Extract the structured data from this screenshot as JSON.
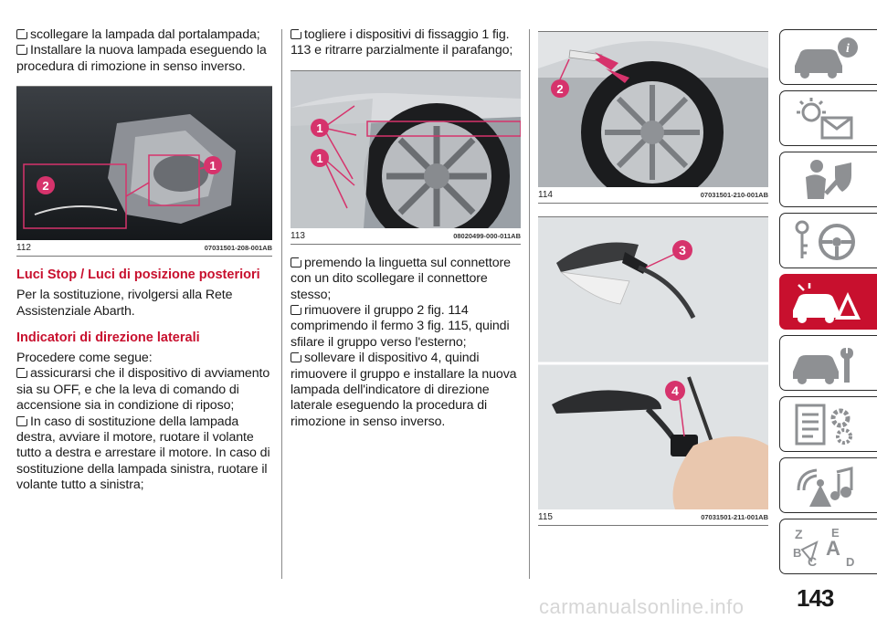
{
  "col1": {
    "p1": "scollegare la lampada dal portalampada;",
    "p2": "Installare la nuova lampada eseguendo la procedura di rimozione in senso inverso.",
    "fig": {
      "number": "112",
      "code": "07031501-208-001AB",
      "callouts": [
        "1",
        "2"
      ]
    },
    "h1": "Luci Stop / Luci di posizione posteriori",
    "p3": "Per la sostituzione, rivolgersi alla Rete Assistenziale Abarth.",
    "h2": "Indicatori di direzione laterali",
    "p4": "Procedere come segue:",
    "p5": "assicurarsi che il dispositivo di avviamento sia su OFF, e che la leva di comando di accensione sia in condizione di riposo;",
    "p6": "In caso di sostituzione della lampada destra, avviare il motore, ruotare il volante tutto a destra e arrestare il motore. In caso di sostituzione della lampada sinistra, ruotare il volante tutto a sinistra;"
  },
  "col2": {
    "p1": "togliere i dispositivi di fissaggio 1 fig. 113 e ritrarre parzialmente il parafango;",
    "fig": {
      "number": "113",
      "code": "08020499-000-011AB",
      "callouts": [
        "1",
        "1"
      ]
    },
    "p2": "premendo la linguetta sul connettore con un dito scollegare il connettore stesso;",
    "p3": "rimuovere il gruppo 2 fig. 114 comprimendo il fermo 3 fig. 115, quindi sfilare il gruppo verso l'esterno;",
    "p4": "sollevare il dispositivo 4, quindi rimuovere il gruppo e installare la nuova lampada dell'indicatore di direzione laterale eseguendo la procedura di rimozione in senso inverso."
  },
  "col3": {
    "fig114": {
      "number": "114",
      "code": "07031501-210-001AB",
      "callouts": [
        "2"
      ]
    },
    "fig115": {
      "number": "115",
      "code": "07031501-211-001AB",
      "callouts": [
        "3",
        "4"
      ]
    }
  },
  "sidebar": {
    "tabs": [
      {
        "icon": "car-info-icon"
      },
      {
        "icon": "dashboard-lights-icon"
      },
      {
        "icon": "safety-person-icon"
      },
      {
        "icon": "steering-key-icon"
      },
      {
        "icon": "breakdown-warning-icon",
        "active": true
      },
      {
        "icon": "car-maintenance-icon"
      },
      {
        "icon": "technical-data-icon"
      },
      {
        "icon": "multimedia-icon"
      },
      {
        "icon": "alphabetical-index-icon",
        "letters": [
          "Z",
          "E",
          "A",
          "B",
          "C",
          "D"
        ]
      }
    ]
  },
  "page_number": "143",
  "watermark": "carmanualsonline.info",
  "colors": {
    "accent_red": "#c8102e"
  }
}
